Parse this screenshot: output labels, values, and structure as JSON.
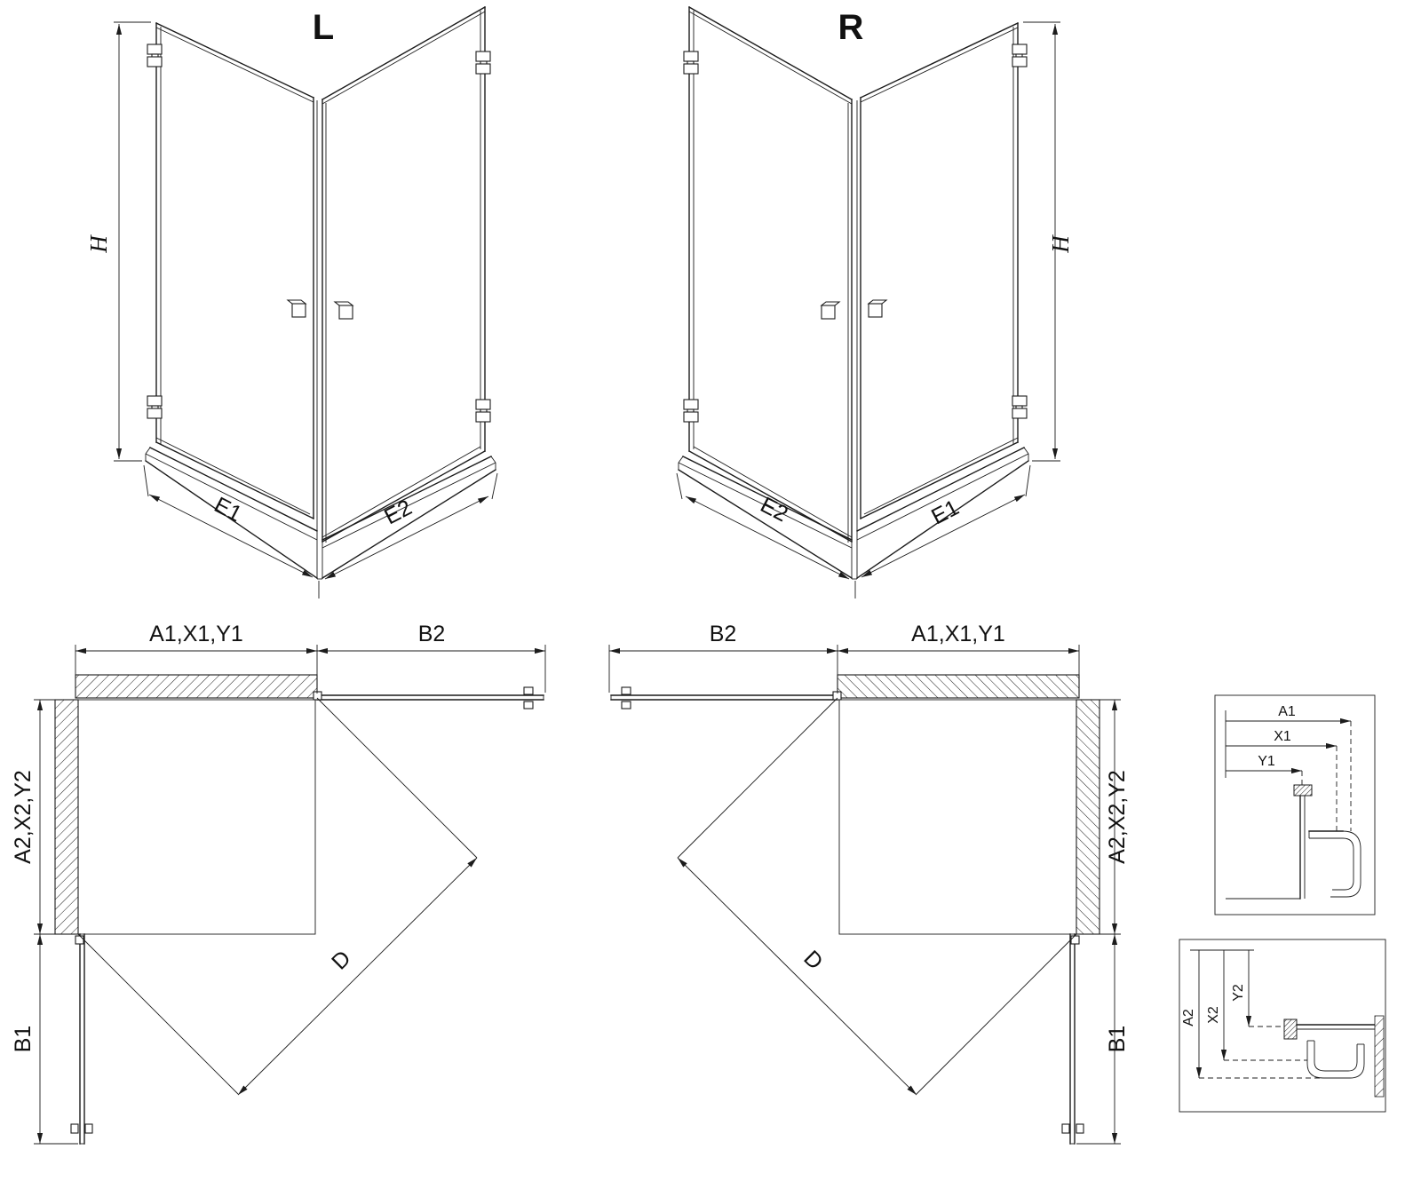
{
  "drawing": {
    "colors": {
      "line": "#1c1c1c",
      "background": "#ffffff"
    },
    "perspective_left": {
      "label": "L",
      "dim_height": "H",
      "dim_bottom_left": "E1",
      "dim_bottom_right": "E2"
    },
    "perspective_right": {
      "label": "R",
      "dim_height": "H",
      "dim_bottom_left": "E2",
      "dim_bottom_right": "E1"
    },
    "plan_left": {
      "dim_top": "A1,X1,Y1",
      "dim_door_top": "B2",
      "dim_side": "A2,X2,Y2",
      "dim_door_side": "B1",
      "dim_diagonal": "D"
    },
    "plan_right": {
      "dim_door_top": "B2",
      "dim_top": "A1,X1,Y1",
      "dim_side": "A2,X2,Y2",
      "dim_door_side": "B1",
      "dim_diagonal": "D"
    },
    "detail_top": {
      "dims": [
        "A1",
        "X1",
        "Y1"
      ]
    },
    "detail_bottom": {
      "dims": [
        "A2",
        "X2",
        "Y2"
      ]
    }
  }
}
